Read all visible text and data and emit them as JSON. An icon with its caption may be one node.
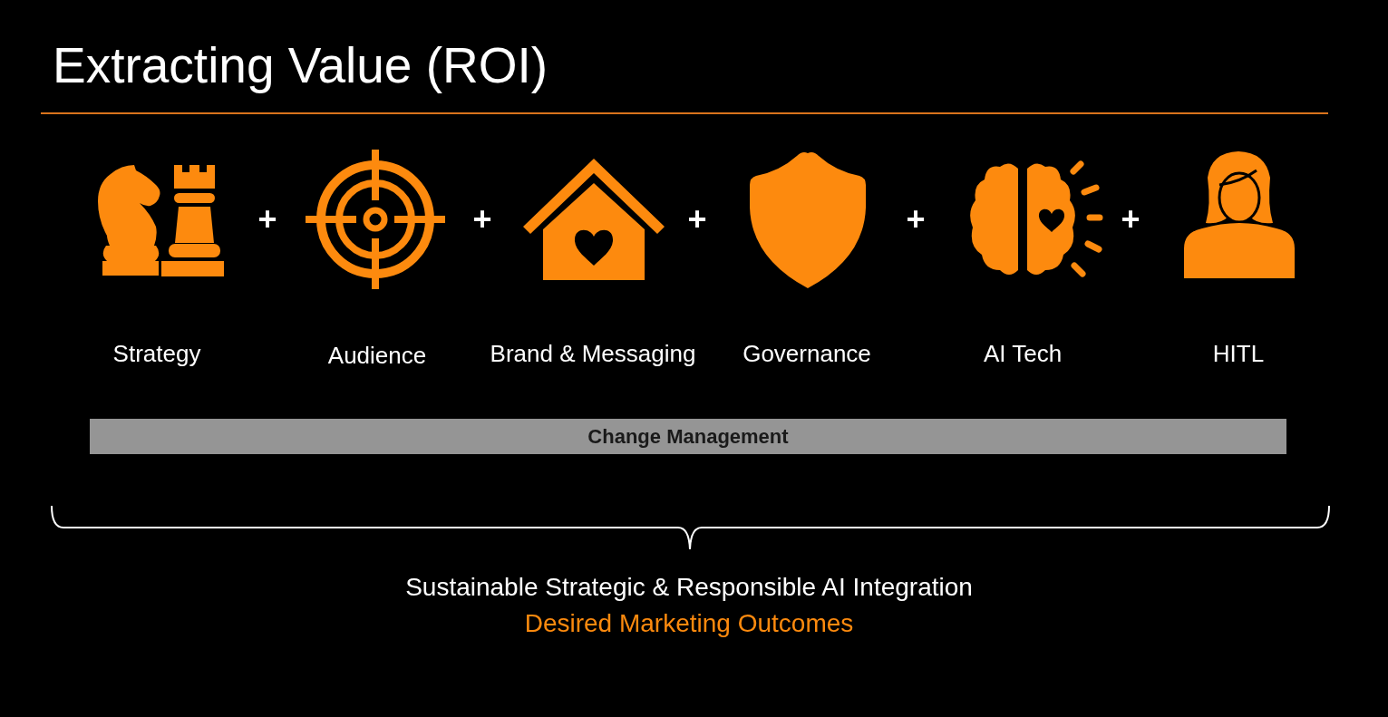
{
  "diagram": {
    "title": "Extracting Value (ROI)",
    "nodes": [
      {
        "text": [],
        "shape": "picture",
        "beside": [
          "Strategy"
        ]
      },
      {
        "text": [],
        "shape": "picture",
        "beside": [
          "Audience"
        ]
      },
      {
        "text": [],
        "shape": "picture",
        "beside": [
          "Brand & Messaging"
        ]
      },
      {
        "text": [],
        "shape": "picture",
        "beside": [
          "Governance"
        ]
      },
      {
        "text": [],
        "shape": "picture",
        "beside": [
          "AI Tech"
        ]
      },
      {
        "text": [],
        "shape": "picture",
        "beside": [
          "HITL"
        ]
      },
      {
        "text": [
          "Change Management"
        ]
      }
    ],
    "labels": [
      "+",
      "+",
      "+",
      "+",
      "+",
      "Sustainable Strategic & Responsible AI Integration",
      "Desired Marketing Outcomes"
    ]
  }
}
